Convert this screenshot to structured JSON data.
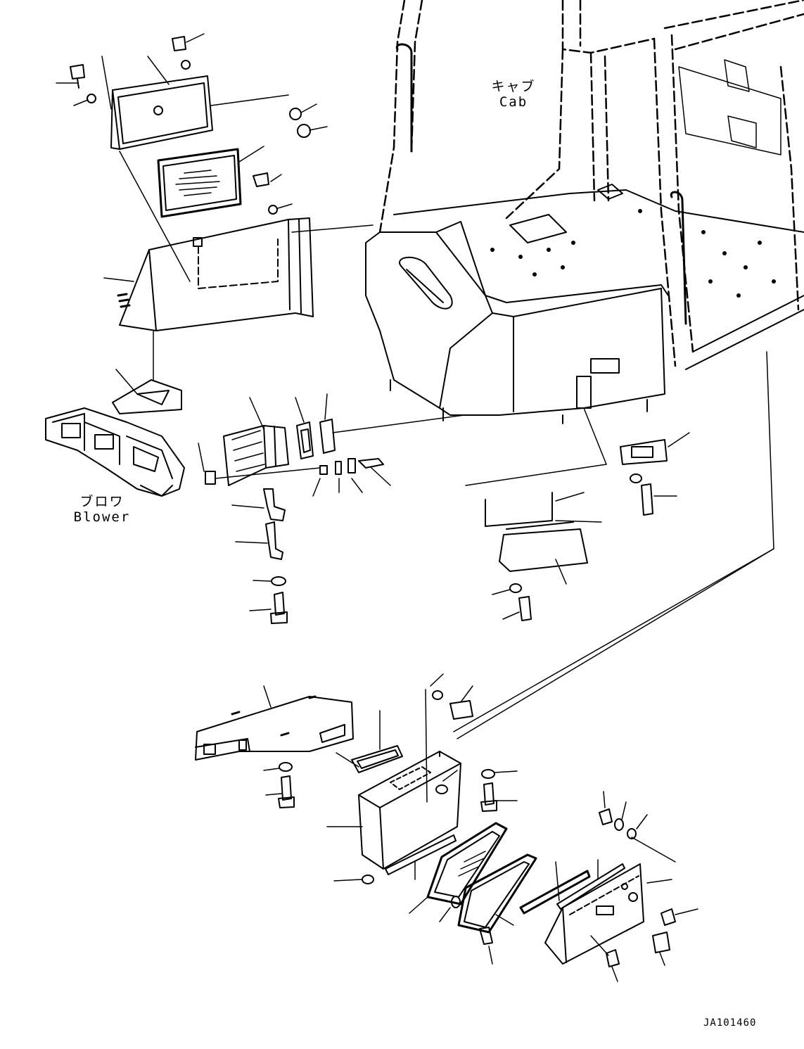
{
  "labels": {
    "cab_jp": "キャブ",
    "cab_en": "Cab",
    "blower_jp": "ブロワ",
    "blower_en": "Blower"
  },
  "drawing_code": "JA101460"
}
